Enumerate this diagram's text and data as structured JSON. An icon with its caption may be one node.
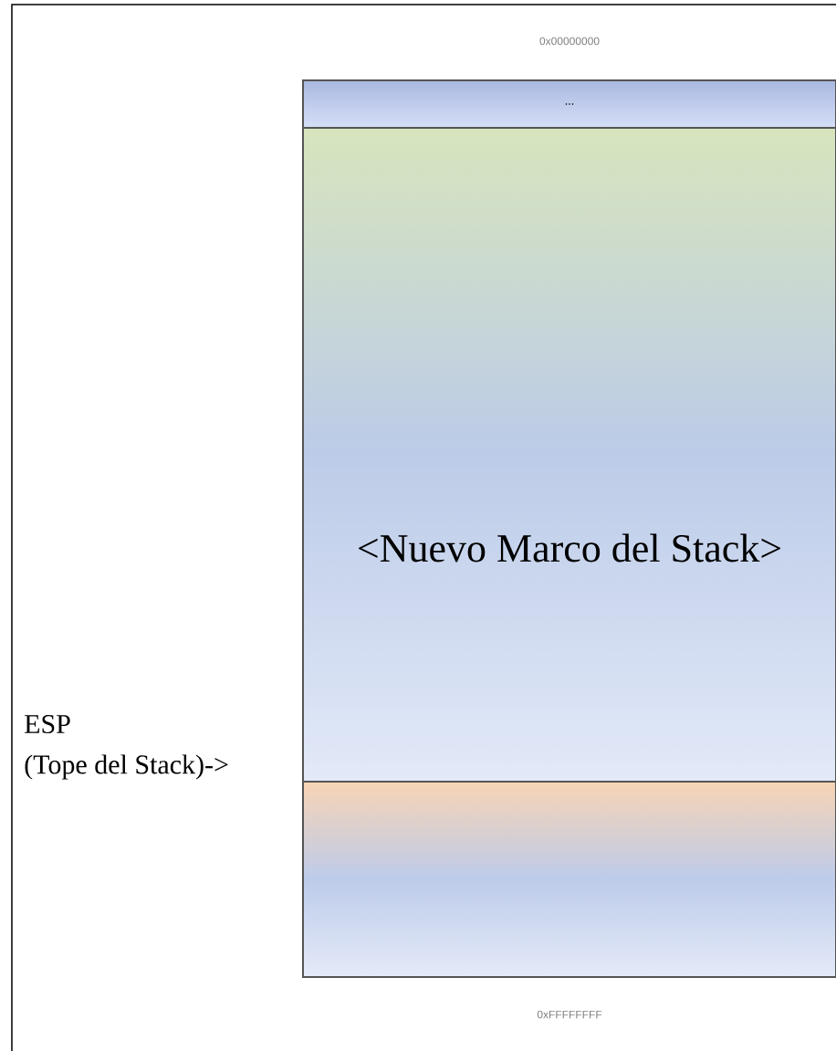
{
  "diagram": {
    "nodes": [
      {
        "text": [
          "..."
        ]
      },
      {
        "text": [
          "<Nuevo Marco del Stack>"
        ]
      },
      {
        "text": [],
        "shape": "box"
      }
    ],
    "labels": [
      "0x00000000",
      "ESP",
      "(Tope del Stack)->",
      "0xFFFFFFFF"
    ]
  }
}
